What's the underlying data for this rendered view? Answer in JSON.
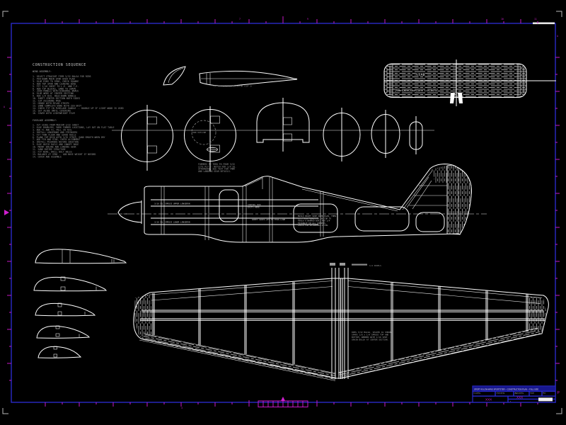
{
  "palette": {
    "background": "#000000",
    "drawing_line": "#ffffff",
    "frame_blue": "#2a2ac8",
    "tick_magenta": "#c918c9",
    "note_gray": "#9a9a9a"
  },
  "construction": {
    "title": "CONSTRUCTION  SEQUENCE",
    "subtitle": "WING ASSEMBLY:",
    "section1_lines": [
      "1.  SELECT STRAIGHT FIRM 3/32 BALSA FOR RIBS",
      "2.  PIN DOWN MAIN SPAR OVER PLAN",
      "3.  GLUE RIBS TO SPAR, CHECK SQUARE",
      "4.  ADD TOP SPAR AND LEADING EDGE",
      "5.  FIT 1/16 SHEET TO L.E. AND T.E.",
      "6.  ADD TIP BLOCKS, SAND TO SHAPE",
      "7.  JOIN PANELS WITH DIHEDRAL BRACE",
      "8.  GLUE WEBS AT CENTER SECTION",
      "9.  ADD 1/4 DIA. HOLD-DOWN DOWELS",
      "10. SHEET CENTER SECTION BOTH SIDES",
      "11. CUT AILERONS FREE",
      "12. HINGE WITH MYLAR STRIPS",
      "13. SAND COMPLETE WING WITH 220 GRIT",
      "14. CHECK FIT IN FUSELAGE SADDLE -- DOUBLE UP IF LIGHT WOOD IS USED",
      "15. SET ASIDE UNTIL COVERING",
      "16. COVER WITH LIGHTWEIGHT FILM"
    ],
    "section2_header": "FUSELAGE ASSEMBLY:",
    "section2_lines": [
      "1.  CUT SIDES FROM MEDIUM 3/32 SHEET",
      "2.  GLUE DOUBLERS, MARK FORMER LOCATIONS, LAY OUT ON FLAT TABLE",
      "3.  ADD F1 AND F2, PULL IN TAIL",
      "4.  INSTALL LONGERONS AND STRINGERS",
      "5.  FIT TANK FLOOR AND SERVO RAILS",
      "6.  PLANK TOP DECK WITH 3/32 STRIP, SAND SMOOTH WHEN DRY",
      "7.  ADD FIN AND STAB, CHECK ALIGNMENT",
      "8.  INSTALL PUSHRODS BEFORE SHEETING",
      "9.  GLUE HATCH RAILS AND CANOPY BASE",
      "10. MOUNT ENGINE AND LANDING GEAR",
      "11. SAND ENTIRE STRUCTURE",
      "12. FIT WING, DRILL BOLT HOLES",
      "13. BALANCE AT SPAR -- ADD NOSE WEIGHT IF NEEDED",
      "14. COVER AND ASSEMBLE"
    ]
  },
  "parts_caption": "TIP TEMPLATE AND ELEVATOR (CUT 2)",
  "stab": {
    "label": "STAB.",
    "note": "SHEET BOTH SIDES WITH 1/16 BALSA"
  },
  "formers": {
    "tank_label": "TANK OUTLINE",
    "note_lines": [
      "FORMERS F2 THRU F6 FROM 3/32",
      "LITE PLY -- NOTCH FOR 1/4 SQ.",
      "STRINGERS. SEE TEXT FOR TANK",
      "AND LANDING GEAR DETAILS."
    ]
  },
  "fuselage": {
    "spinner_label": "3/4",
    "upper_longeron": "3/16 SQ. SPRUCE UPPER LONGERON",
    "lower_longeron": "3/16 SQ. SPRUCE LOWER LONGERON",
    "mid_note_lines": [
      "CONTROL ROD",
      "EXITS HERE"
    ],
    "aft_note": "SHEET SIDES AFT TO THIS LINE",
    "panel_note_lines": [
      "BUILD RIGHT SIDE OVER PLAN, THEN",
      "LEFT SIDE DIRECTLY ON TOP TO",
      "AVOID A WARPED BOX. ADD 1/4",
      "TRIANGLE IN ALL CORNERS.",
      "CHECK FOR ALIGNMENT OFTEN."
    ]
  },
  "wing": {
    "dowel_label": "1/4 DOWELS",
    "note_lines": [
      "RIBS 3/32 BALSA, SPACED AS SHOWN.",
      "SPARS 1/8 x 1/4 SPRUCE TOP AND",
      "BOTTOM, WEBBED WITH 1/16 VERT.",
      "GRAIN BALSA AT CENTER SECTION."
    ]
  },
  "titleblock": {
    "title_row": "SPORT 40 LOW-WING SPORTSTER -- CONSTRUCTION PLAN -- FULL SIZE",
    "cells": [
      {
        "label": "Issued by"
      },
      {
        "label": "Checked by"
      },
      {
        "label": "Approved by"
      },
      {
        "label": "Scale"
      },
      {
        "label": "Rev"
      }
    ],
    "xxx_left": "XXX",
    "xxx_right": "XXX",
    "small_c": "c",
    "p_label": "P"
  },
  "grid": {
    "t1": "7",
    "t2": "9",
    "t3": "10",
    "t4": "11",
    "b1": "4",
    "rA": "A",
    "lA": "A"
  }
}
